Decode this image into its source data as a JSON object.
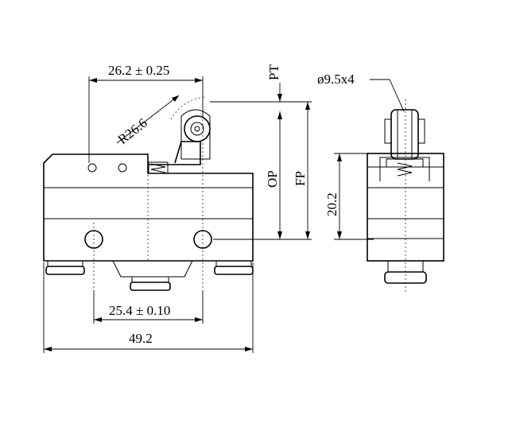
{
  "dimensions": {
    "roller_offset": "26.2 ± 0.25",
    "lever_radius": "R26.6",
    "mounting_holes": "25.4 ± 0.10",
    "overall_width": "49.2",
    "pretravel": "PT",
    "operating_position": "OP",
    "free_position": "FP",
    "side_height": "20.2",
    "roller_size": "ø9.5x4"
  }
}
